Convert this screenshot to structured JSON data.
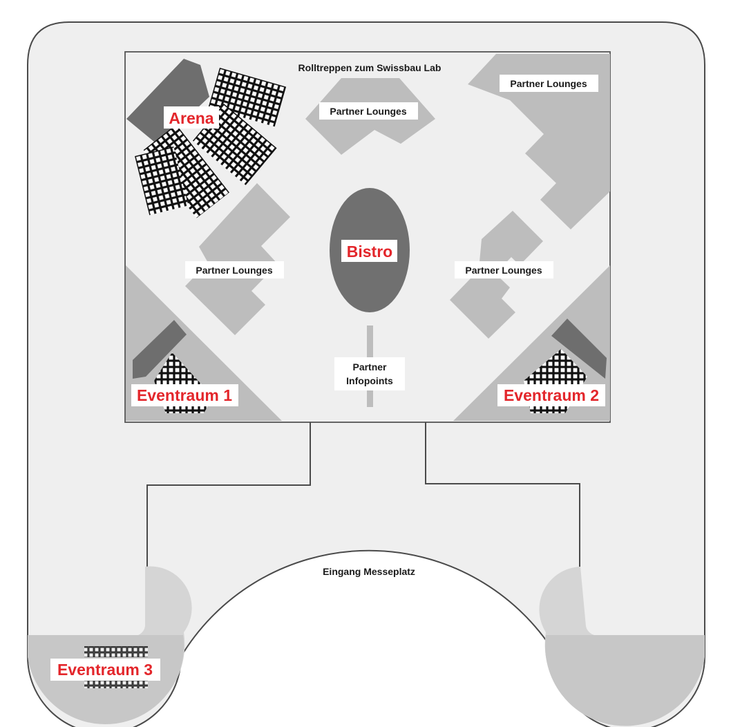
{
  "colors": {
    "floor": "#efefef",
    "outline": "#4a4a4a",
    "lounge": "#bdbdbd",
    "dark_block": "#6e6e6e",
    "bistro": "#707070",
    "event_room": "#d5d5d5",
    "label_accent": "#e3262b",
    "label_text": "#1a1a1a",
    "label_box": "#ffffff"
  },
  "labels": {
    "escalators": "Rolltreppen zum Swissbau Lab",
    "lounge_top_center": "Partner Lounges",
    "lounge_top_right": "Partner Lounges",
    "lounge_mid_left": "Partner Lounges",
    "lounge_mid_right": "Partner Lounges",
    "arena": "Arena",
    "bistro": "Bistro",
    "infopoints_line1": "Partner",
    "infopoints_line2": "Infopoints",
    "eventraum_1": "Eventraum 1",
    "eventraum_2": "Eventraum 2",
    "eventraum_3": "Eventraum 3",
    "entrance": "Eingang Messeplatz"
  },
  "icons": [
    "seat-grid-icon"
  ]
}
